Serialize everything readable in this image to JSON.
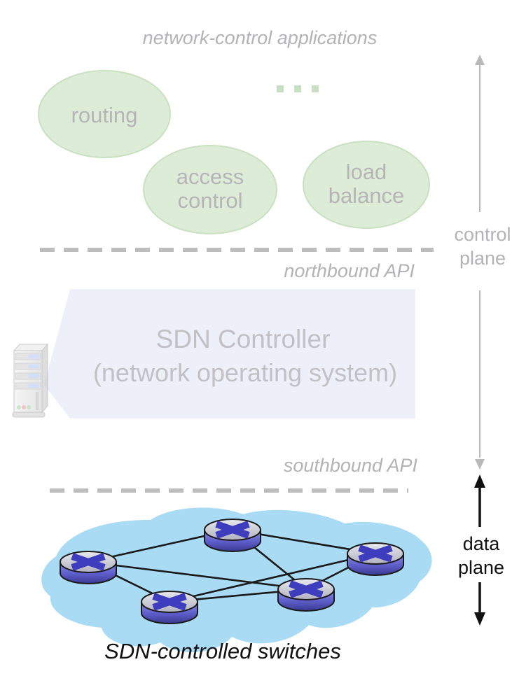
{
  "figure": {
    "title": "network-control applications",
    "bottom_caption": "SDN-controlled switches"
  },
  "applications": [
    {
      "name": "routing",
      "lines": [
        "routing"
      ]
    },
    {
      "name": "access-control",
      "lines": [
        "access",
        "control"
      ]
    },
    {
      "name": "load-balance",
      "lines": [
        "load",
        "balance"
      ]
    }
  ],
  "ellipsis_dots": {
    "count": 3,
    "style": "small green squares"
  },
  "apis": {
    "northbound": "northbound API",
    "southbound": "southbound API"
  },
  "controller": {
    "line1": "SDN Controller",
    "line2": "(network operating system)"
  },
  "planes": {
    "control": {
      "line1": "control",
      "line2": "plane"
    },
    "data": {
      "line1": "data",
      "line2": "plane"
    }
  },
  "network": {
    "switch_count": 5,
    "switches": [
      "left",
      "top-center",
      "right",
      "bottom-left",
      "center-right"
    ],
    "links": [
      [
        "left",
        "top-center"
      ],
      [
        "left",
        "bottom-left"
      ],
      [
        "left",
        "center-right"
      ],
      [
        "top-center",
        "right"
      ],
      [
        "top-center",
        "center-right"
      ],
      [
        "bottom-left",
        "center-right"
      ],
      [
        "bottom-left",
        "right"
      ],
      [
        "center-right",
        "right"
      ]
    ]
  },
  "colors": {
    "faded_text": "#b3b3b6",
    "app_ellipse_fill": "#dcecd6",
    "app_ellipse_stroke": "#c9e1c1",
    "dots_green": "#c8e0c2",
    "dashed_line": "#bdbdbd",
    "controller_fill": "#eef0f9",
    "controller_text": "#c1c1c5",
    "control_arrow_gray": "#b9b9b9",
    "data_plane_black": "#111111",
    "cloud_blue": "#a9dbf4",
    "link_black": "#1a1a1a",
    "switch_x_blue": "#3d3dbe"
  }
}
